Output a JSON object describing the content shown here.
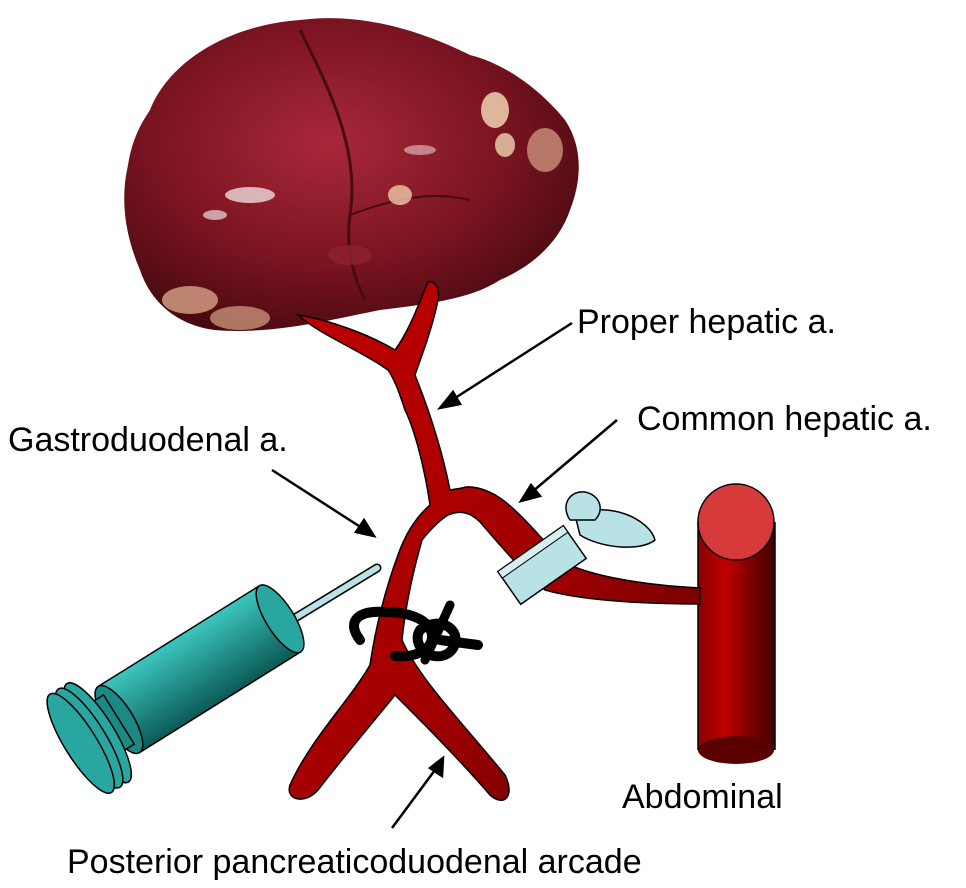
{
  "labels": {
    "proper_hepatic": "Proper hepatic a.",
    "common_hepatic": "Common hepatic a.",
    "gastroduodenal": "Gastroduodenal a.",
    "abdominal": "Abdominal",
    "posterior_arcade": "Posterior pancreaticoduodenal arcade"
  },
  "colors": {
    "artery": "#c00000",
    "artery_dark": "#6e0000",
    "liver": "#7a1420",
    "aorta_top": "#d63a3a",
    "syringe": "#2aa6a0",
    "clamp": "#b9e2e6",
    "ligature": "#000000"
  },
  "icons": [
    "liver-image",
    "syringe-icon",
    "clamp-icon",
    "ligature-knot-icon",
    "aorta-icon"
  ]
}
